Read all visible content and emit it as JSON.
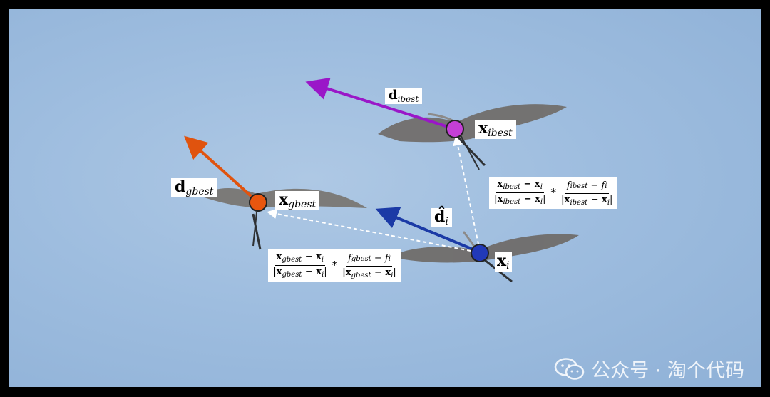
{
  "labels": {
    "d_ibest": {
      "main": "d",
      "sub": "ibest"
    },
    "x_ibest": {
      "main": "x",
      "sub": "ibest"
    },
    "d_gbest": {
      "main": "d",
      "sub": "gbest"
    },
    "x_gbest": {
      "main": "x",
      "sub": "gbest"
    },
    "d_hat_i": {
      "main": "d̂",
      "sub": "i"
    },
    "x_i": {
      "main": "x",
      "sub": "i"
    }
  },
  "formula_ibest": {
    "num1": "x",
    "num1_sub": "ibest",
    "num1_rest": " − x",
    "num1_rest_sub": "i",
    "den1": "|x",
    "den1_sub": "ibest",
    "den1_rest": " − x",
    "den1_rest_sub": "i",
    "den1_end": "|",
    "op": "*",
    "num2": "f",
    "num2_sub": "ibest",
    "num2_rest": " − f",
    "num2_rest_sub": "i",
    "den2": "|x",
    "den2_sub": "ibest",
    "den2_rest": " − x",
    "den2_rest_sub": "i",
    "den2_end": "|"
  },
  "formula_gbest": {
    "num1": "x",
    "num1_sub": "gbest",
    "num1_rest": " − x",
    "num1_rest_sub": "i",
    "den1": "|x",
    "den1_sub": "gbest",
    "den1_rest": " − x",
    "den1_rest_sub": "i",
    "den1_end": "|",
    "op": "*",
    "num2": "f",
    "num2_sub": "gbest",
    "num2_rest": " − f",
    "num2_rest_sub": "i",
    "den2": "|x",
    "den2_sub": "gbest",
    "den2_rest": " − x",
    "den2_rest_sub": "i",
    "den2_end": "|"
  },
  "colors": {
    "ibest": "#c43fd6",
    "gbest": "#e8560f",
    "i": "#2239b8",
    "arrow_ibest": "#9a17c8",
    "arrow_gbest": "#e0530e",
    "arrow_i": "#1b3aa6",
    "dashed": "#ffffff"
  },
  "watermark": {
    "text": "公众号 · 淘个代码",
    "icon": "wechat-icon"
  }
}
